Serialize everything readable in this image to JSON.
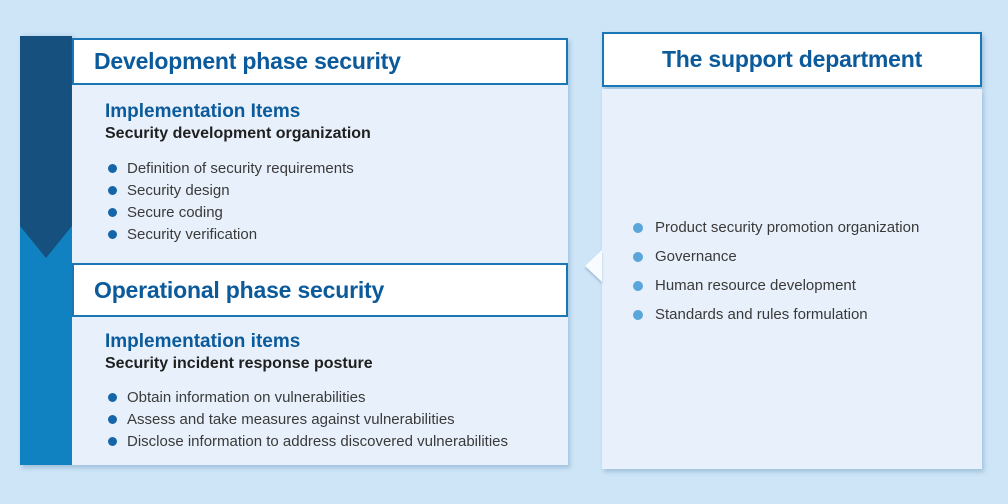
{
  "colors": {
    "page_background": "#cde5f6",
    "panel_background": "#e8f1fb",
    "header_border": "#1b76b5",
    "title_blue": "#0b5a9b",
    "arrow_navy": "#15507e",
    "arrow_light_blue": "#1182c1",
    "bullet_dark_blue": "#1565a9",
    "bullet_light_blue": "#5aa5da",
    "body_text": "#3a3a3a"
  },
  "left": {
    "dev": {
      "title": "Development phase security",
      "heading": "Implementation Items",
      "subheading": "Security development organization",
      "items": [
        "Definition of security requirements",
        "Security design",
        "Secure coding",
        "Security verification"
      ]
    },
    "ops": {
      "title": "Operational phase security",
      "heading": "Implementation items",
      "subheading": "Security incident response posture",
      "items": [
        "Obtain information on vulnerabilities",
        "Assess and take measures against vulnerabilities",
        "Disclose information to address discovered vulnerabilities"
      ]
    }
  },
  "right": {
    "title": "The support department",
    "items": [
      "Product security promotion organization",
      "Governance",
      "Human resource development",
      "Standards and rules formulation"
    ]
  }
}
